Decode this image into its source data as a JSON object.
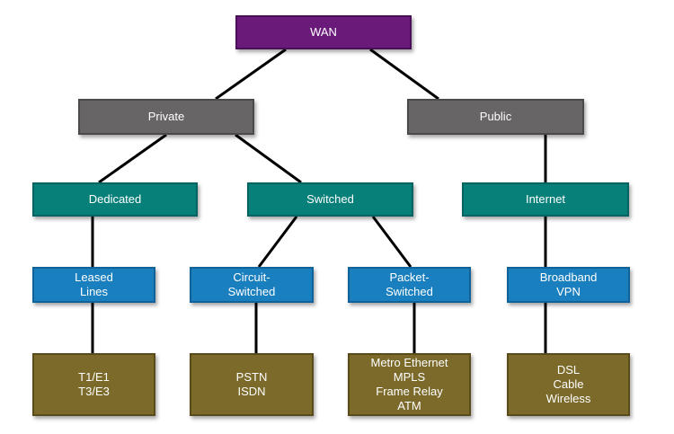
{
  "colors": {
    "root": "#6a1b7a",
    "category": "#686567",
    "connection_type": "#08807a",
    "switching": "#1a7fbe",
    "technology": "#7b6a2a",
    "connector": "#000000"
  },
  "nodes": {
    "wan": {
      "lines": [
        "WAN"
      ]
    },
    "private": {
      "lines": [
        "Private"
      ]
    },
    "public": {
      "lines": [
        "Public"
      ]
    },
    "dedicated": {
      "lines": [
        "Dedicated"
      ]
    },
    "switched": {
      "lines": [
        "Switched"
      ]
    },
    "internet": {
      "lines": [
        "Internet"
      ]
    },
    "leased_lines": {
      "lines": [
        "Leased",
        "Lines"
      ]
    },
    "circuit_switched": {
      "lines": [
        "Circuit-",
        "Switched"
      ]
    },
    "packet_switched": {
      "lines": [
        "Packet-",
        "Switched"
      ]
    },
    "broadband_vpn": {
      "lines": [
        "Broadband",
        "VPN"
      ]
    },
    "t1e1_t3e3": {
      "lines": [
        "T1/E1",
        "T3/E3"
      ]
    },
    "pstn_isdn": {
      "lines": [
        "PSTN",
        "ISDN"
      ]
    },
    "packet_tech": {
      "lines": [
        "Metro Ethernet",
        "MPLS",
        "Frame Relay",
        "ATM"
      ]
    },
    "dsl_cable_wireless": {
      "lines": [
        "DSL",
        "Cable",
        "Wireless"
      ]
    }
  }
}
